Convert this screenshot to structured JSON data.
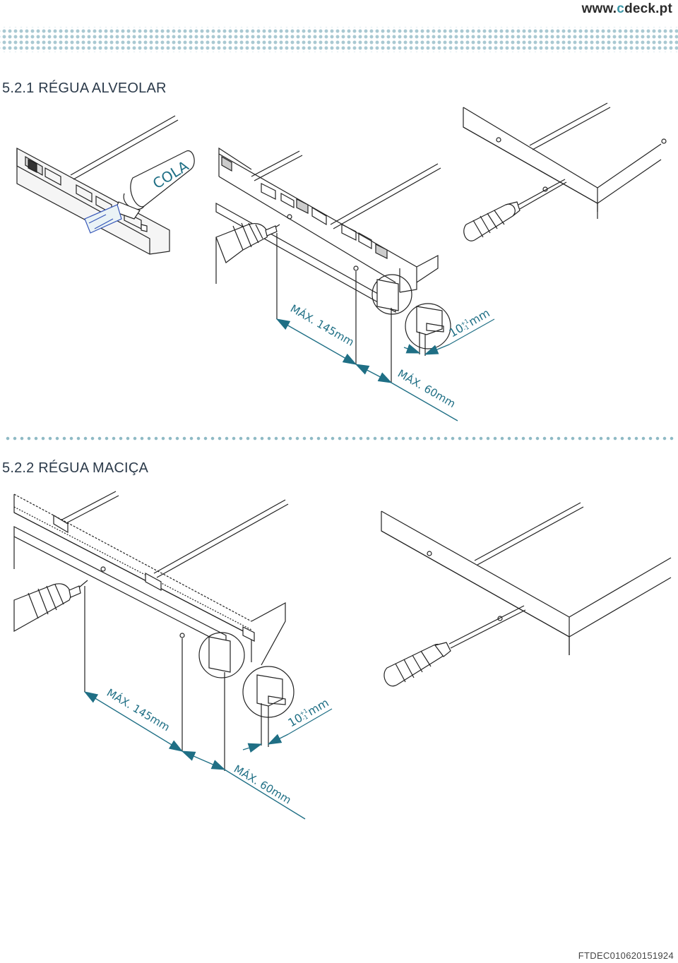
{
  "header": {
    "url_prefix": "www.",
    "url_accent": "c",
    "url_suffix": "deck.pt"
  },
  "colors": {
    "accent": "#3a97a8",
    "label": "#1f6f85",
    "dots": "#a9c9d2",
    "line": "#222222"
  },
  "section1": {
    "title": "5.2.1 RÉGUA ALVEOLAR",
    "glue_label": "COLA",
    "max_spacing_label": "MÁX. 145mm",
    "max_edge_label": "MÁX. 60mm",
    "gap_label": "10",
    "gap_tol_plus": "+1",
    "gap_tol_minus": "-1",
    "gap_unit": "mm"
  },
  "section2": {
    "title": "5.2.2 RÉGUA MACIÇA",
    "max_spacing_label": "MÁX. 145mm",
    "max_edge_label": "MÁX. 60mm",
    "gap_label": "10",
    "gap_tol_plus": "+1",
    "gap_tol_minus": "-1",
    "gap_unit": "mm"
  },
  "footer": {
    "doc_code": "FTDEC010620151924"
  }
}
